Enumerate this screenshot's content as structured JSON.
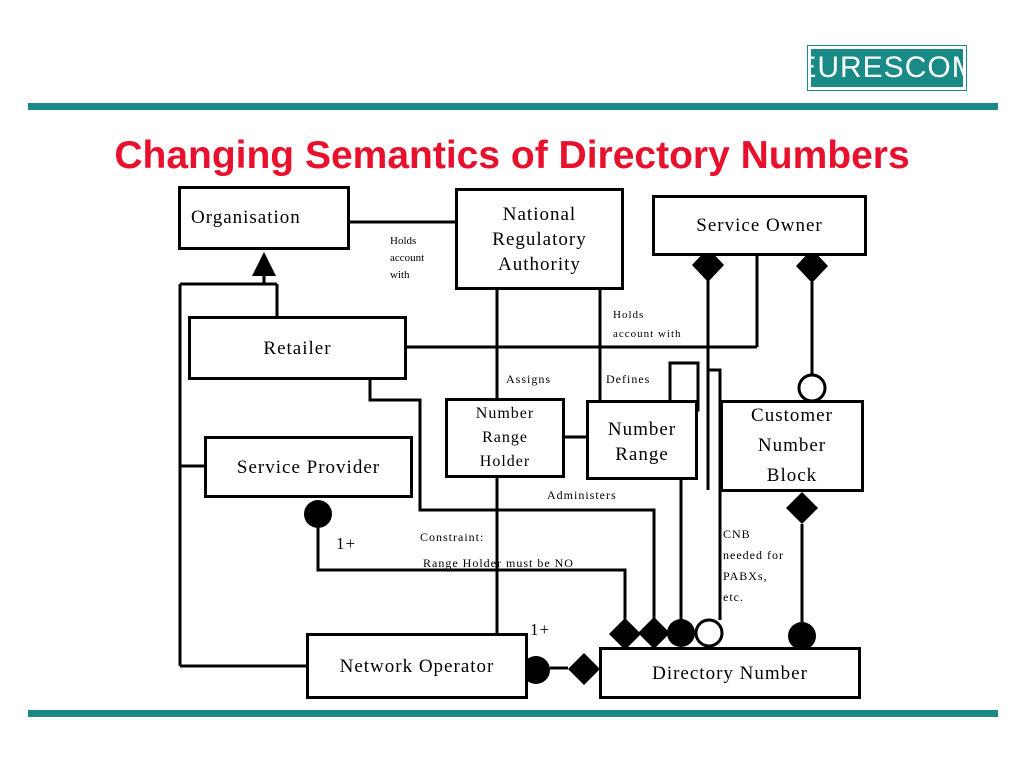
{
  "logo": "EURESCOM",
  "title": "Changing Semantics of Directory Numbers",
  "entities": {
    "organisation": [
      "Organisation"
    ],
    "nra": [
      "National",
      "Regulatory",
      "Authority"
    ],
    "service_owner": [
      "Service Owner"
    ],
    "retailer": [
      "Retailer"
    ],
    "number_range_holder": [
      "Number",
      "Range",
      "Holder"
    ],
    "number_range": [
      "Number",
      "Range"
    ],
    "customer_number_block": [
      "Customer",
      "Number",
      "Block"
    ],
    "service_provider": [
      "Service Provider"
    ],
    "network_operator": [
      "Network Operator"
    ],
    "directory_number": [
      "Directory Number"
    ]
  },
  "relations": {
    "holds_account_with_1": [
      "Holds",
      "account",
      "with"
    ],
    "holds_account_with_2": [
      "Holds",
      "account with"
    ],
    "assigns": "Assigns",
    "defines": "Defines",
    "administers": "Administers",
    "constraint": [
      "Constraint:",
      "Range Holder must be NO"
    ],
    "cnb_note": [
      "CNB",
      "needed for",
      "PABXs,",
      "etc."
    ],
    "multiplicity_1": "1+",
    "multiplicity_2": "1+"
  },
  "colors": {
    "accent": "#1a8a86",
    "title": "#e8112d"
  }
}
